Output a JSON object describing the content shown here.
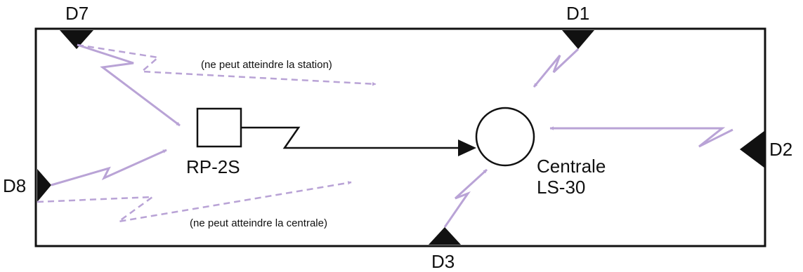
{
  "colors": {
    "outline": "#111111",
    "wireless": "#b9a3d6",
    "background": "#ffffff"
  },
  "detectors": {
    "d1": "D1",
    "d2": "D2",
    "d3": "D3",
    "d7": "D7",
    "d8": "D8"
  },
  "repeater": {
    "label": "RP-2S"
  },
  "central": {
    "line1": "Centrale",
    "line2": "LS-30"
  },
  "notes": {
    "top": "(ne peut atteindre la station)",
    "bottom": "(ne peut atteindre la centrale)"
  }
}
